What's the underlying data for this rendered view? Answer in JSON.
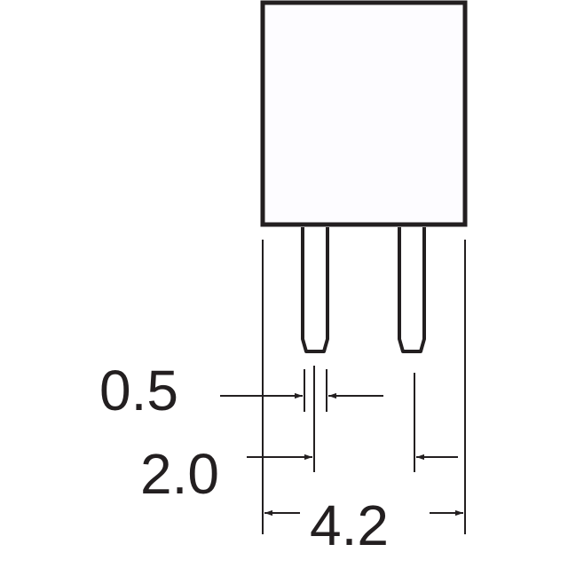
{
  "drawing": {
    "stroke_color": "#231f20",
    "body_fill": "#fdfcff",
    "dimensions": {
      "pin_width": "0.5",
      "pin_offset": "2.0",
      "overall_width": "4.2"
    }
  }
}
